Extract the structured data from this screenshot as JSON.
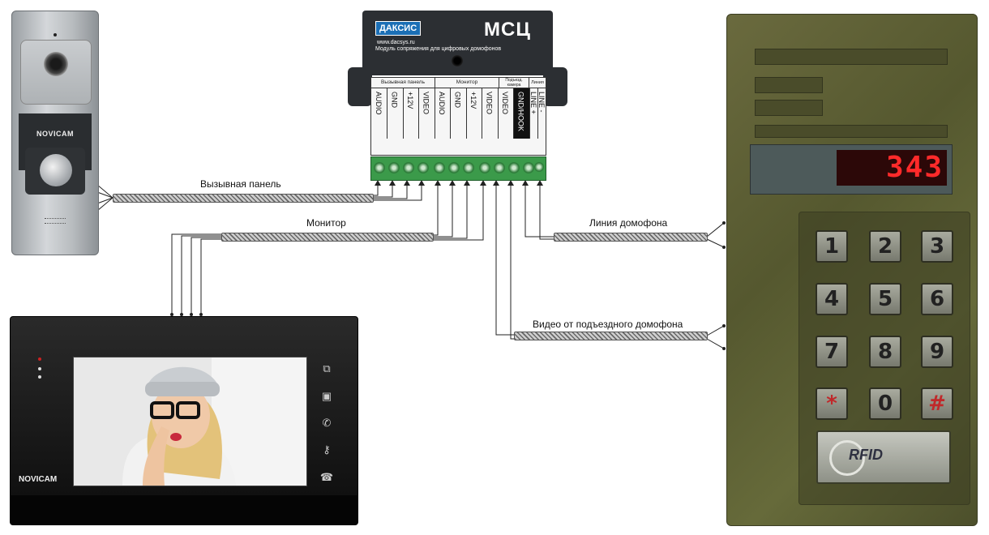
{
  "module": {
    "brand": "ДАКСИС",
    "url": "www.dacsys.ru",
    "title": "МСЦ",
    "subtitle": "Модуль сопряжения для цифровых домофонов",
    "groups": [
      "Вызывная панель",
      "Монитор",
      "Подъезд. камера",
      "Линия"
    ],
    "pins": [
      "AUDIO",
      "GND",
      "+12V",
      "VIDEO",
      "AUDIO",
      "GND",
      "+12V",
      "VIDEO",
      "GND/HOOK",
      "LINE +",
      "LINE -"
    ]
  },
  "cables": {
    "call_panel": "Вызывная панель",
    "monitor": "Монитор",
    "intercom_line": "Линия домофона",
    "entrance_video": "Видео от подъездного домофона"
  },
  "call_panel": {
    "logo": "NOVICAM"
  },
  "monitor": {
    "logo": "NOVICAM",
    "icons": [
      "monitor-switch-icon",
      "contact-icon",
      "phone-icon",
      "key-icon",
      "hangup-icon"
    ]
  },
  "door_panel": {
    "display": "343",
    "keys": [
      "1",
      "2",
      "3",
      "4",
      "5",
      "6",
      "7",
      "8",
      "9",
      "*",
      "0",
      "#"
    ],
    "rfid": "RFID"
  }
}
